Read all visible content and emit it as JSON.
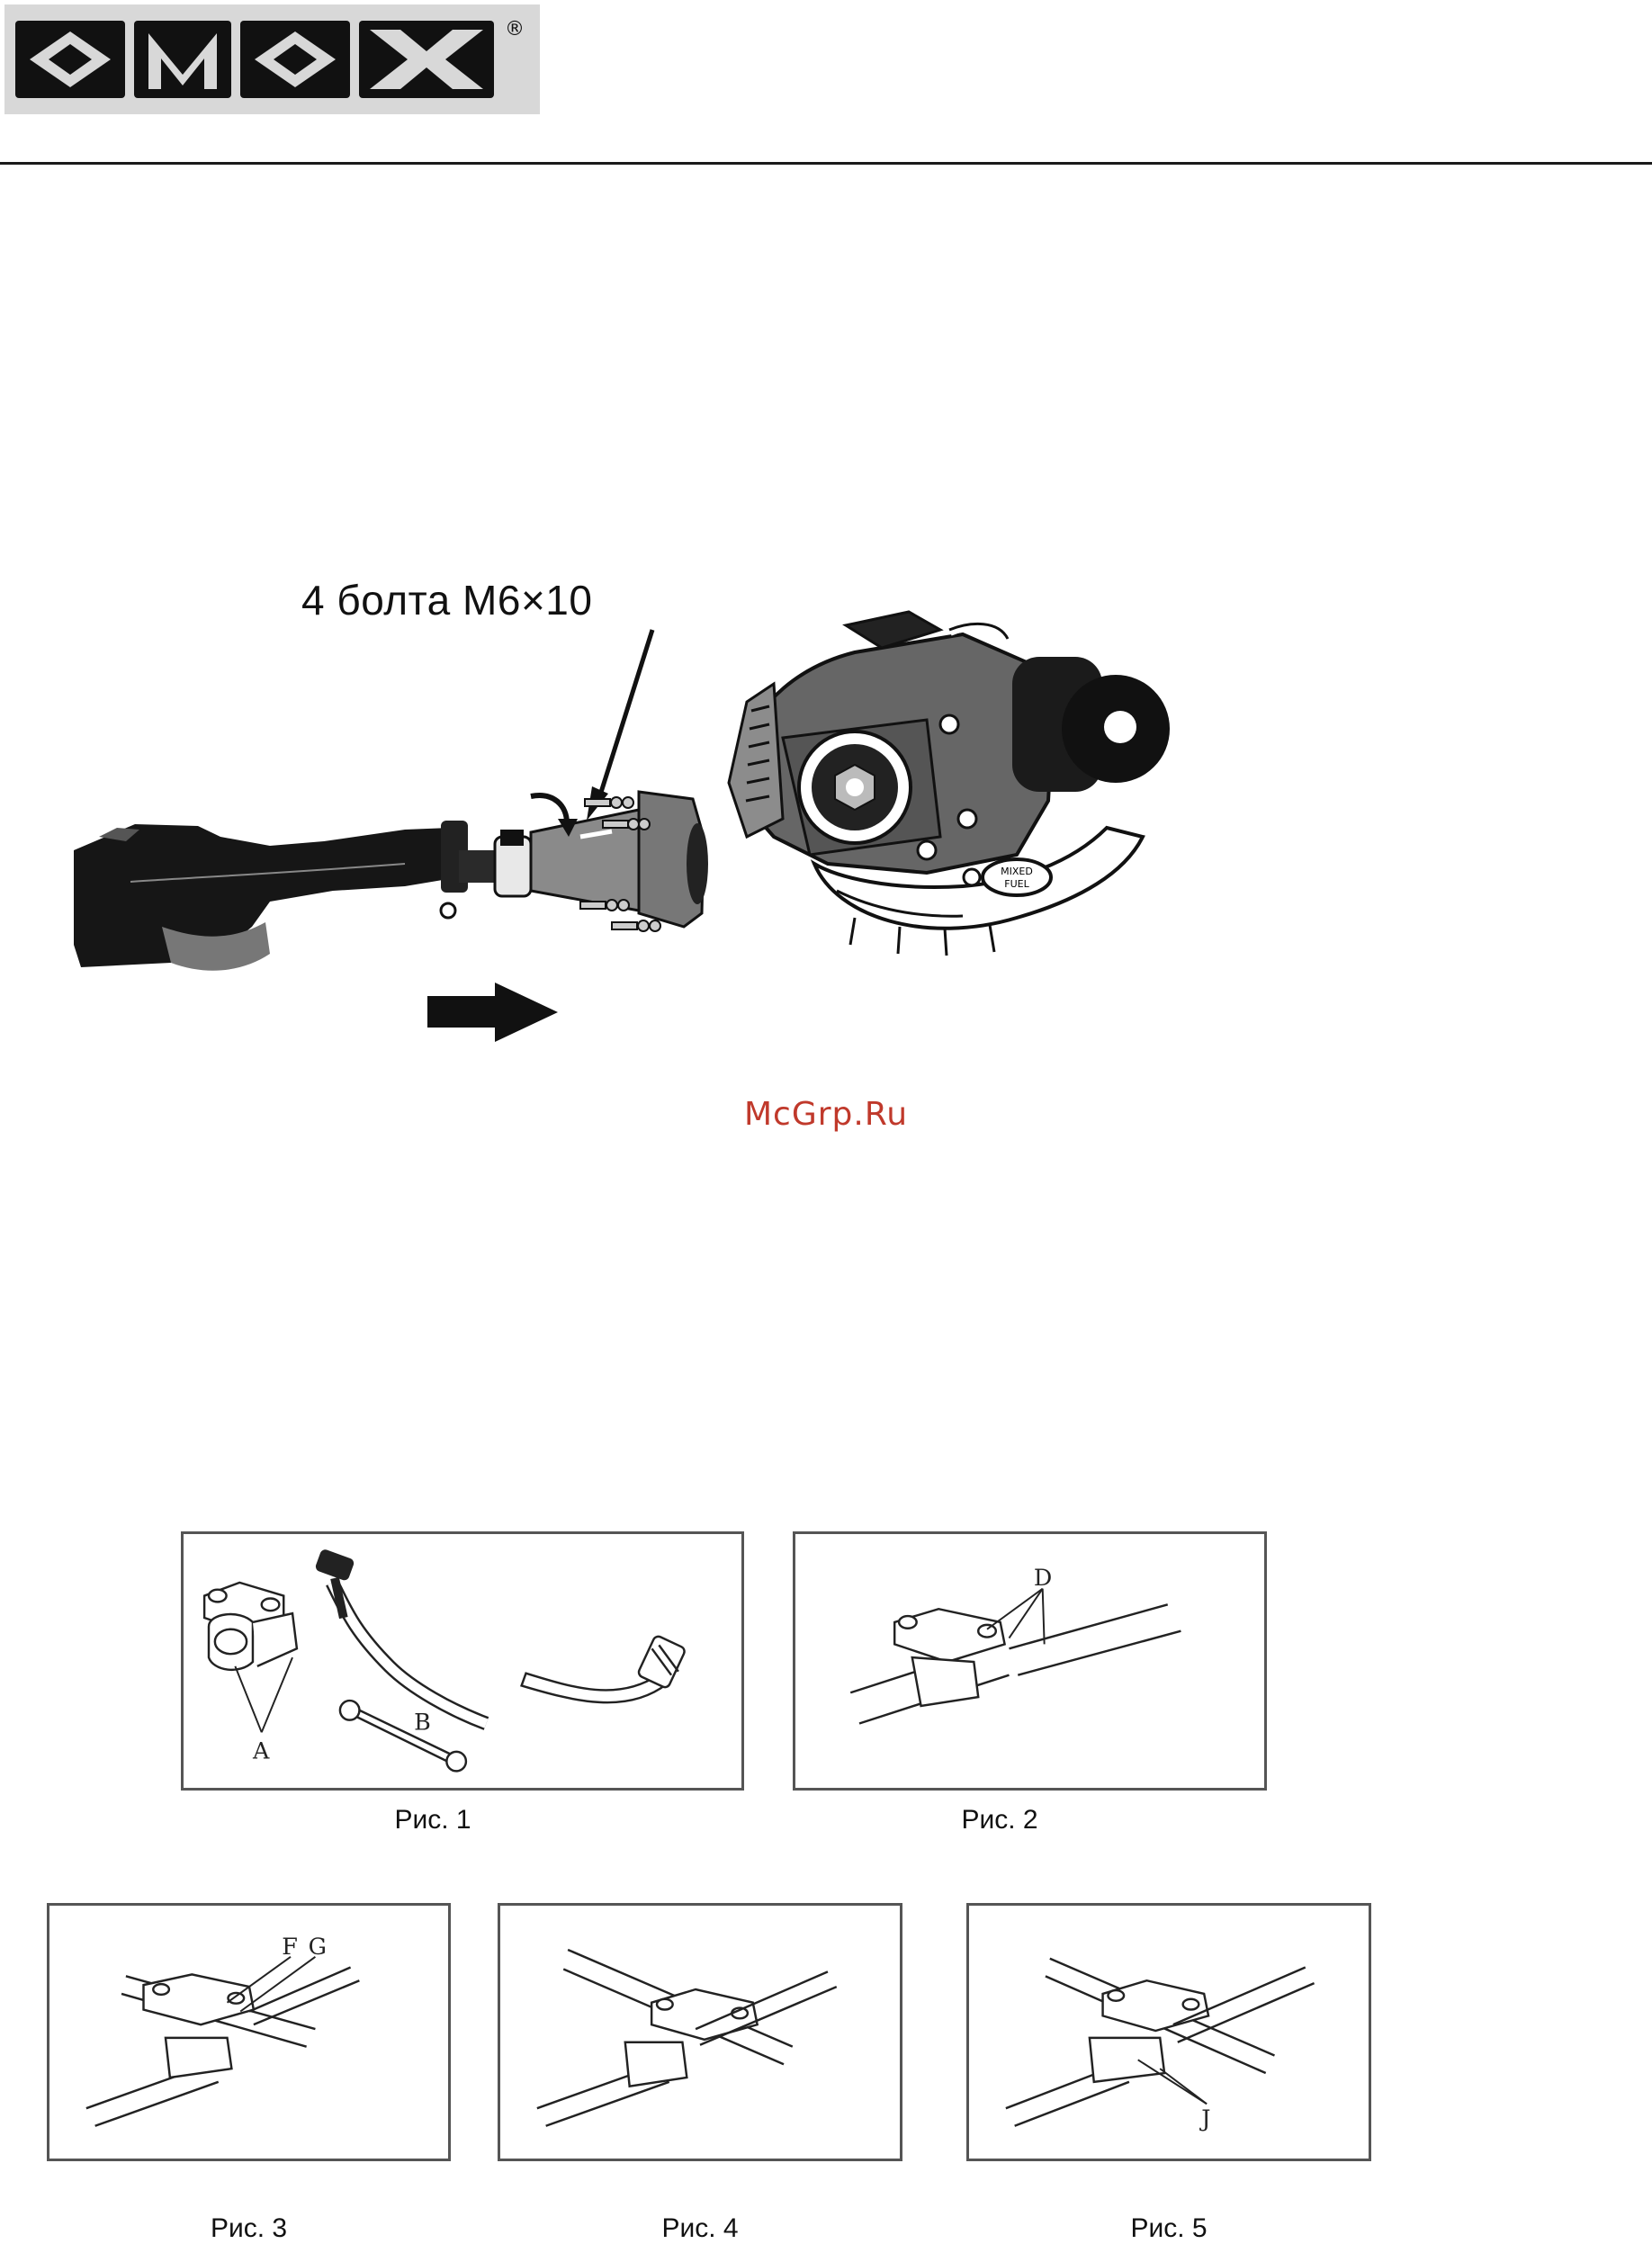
{
  "header": {
    "logo_text": "OMAX",
    "registered_mark": "®"
  },
  "assembly": {
    "bolt_label": "4 болта М6×10",
    "fuel_cap_text": [
      "MIXED",
      "FUEL"
    ]
  },
  "watermark": "McGrp.Ru",
  "figures": [
    {
      "caption": "Рис. 1",
      "labels": [
        "A",
        "B"
      ]
    },
    {
      "caption": "Рис. 2",
      "labels": [
        "D"
      ]
    },
    {
      "caption": "Рис. 3",
      "labels": [
        "F",
        "G"
      ]
    },
    {
      "caption": "Рис. 4",
      "labels": []
    },
    {
      "caption": "Рис. 5",
      "labels": [
        "J"
      ]
    }
  ],
  "colors": {
    "accent_watermark": "#c0392b",
    "rule": "#1a1a1a"
  }
}
